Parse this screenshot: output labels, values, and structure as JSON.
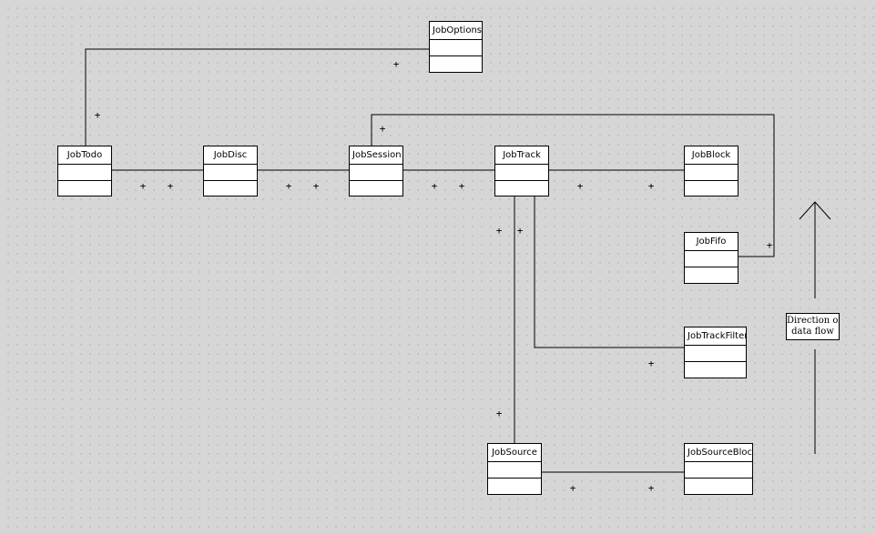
{
  "classes": [
    {
      "id": "JobOptions",
      "name": "JobOptions"
    },
    {
      "id": "JobTodo",
      "name": "JobTodo"
    },
    {
      "id": "JobDisc",
      "name": "JobDisc"
    },
    {
      "id": "JobSession",
      "name": "JobSession"
    },
    {
      "id": "JobTrack",
      "name": "JobTrack"
    },
    {
      "id": "JobBlock",
      "name": "JobBlock"
    },
    {
      "id": "JobFifo",
      "name": "JobFifo"
    },
    {
      "id": "JobTrackFilter",
      "name": "JobTrackFilter"
    },
    {
      "id": "JobSource",
      "name": "JobSource"
    },
    {
      "id": "JobSourceBlock",
      "name": "JobSourceBlock"
    }
  ],
  "multiplicity_symbol": "+",
  "note": {
    "line1": "Direction of",
    "line2": "data flow"
  }
}
